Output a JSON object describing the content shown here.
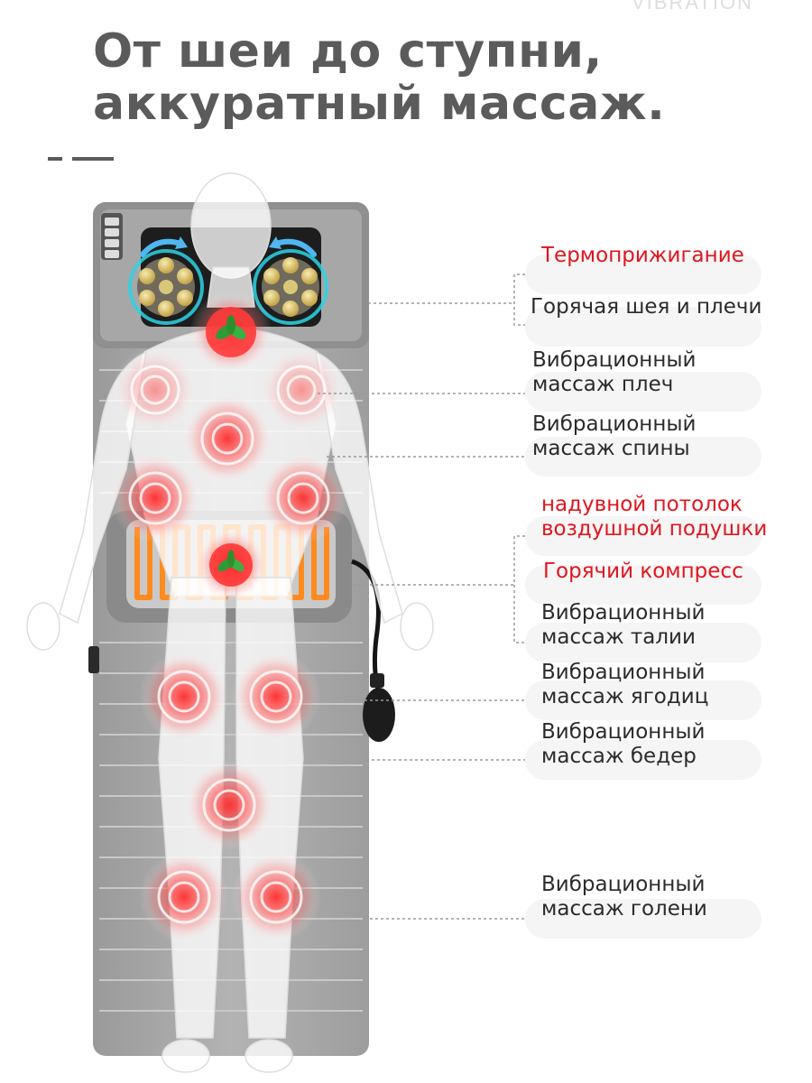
{
  "watermark": "VIBRATION",
  "title": {
    "line1": "От шеи до ступни,",
    "line2": "аккуратный массаж."
  },
  "colors": {
    "title": "#5b5b5b",
    "accent_red": "#e0161e",
    "label": "#2b2b2b",
    "mat": "#a9a9a9",
    "heat_orange": "#ff8a1e"
  },
  "labels": {
    "thermo": "Термоприжигание",
    "neck": "Горячая шея и плечи",
    "shoulders": [
      "Вибрационный",
      "массаж плеч"
    ],
    "back": [
      "Вибрационный",
      "массаж спины"
    ],
    "air": [
      "надувной потолок",
      "воздушной подушки"
    ],
    "compress": "Горячий компресс",
    "waist": [
      "Вибрационный",
      "массаж талии"
    ],
    "buttocks": [
      "Вибрационный",
      "массаж ягодиц"
    ],
    "thighs": [
      "Вибрационный",
      "массаж бедер"
    ],
    "calves": [
      "Вибрационный",
      "массаж голени"
    ]
  },
  "icons": [
    "remote-control-icon",
    "rotation-arrow-icon",
    "herb-leaf-icon",
    "air-pump-icon"
  ]
}
